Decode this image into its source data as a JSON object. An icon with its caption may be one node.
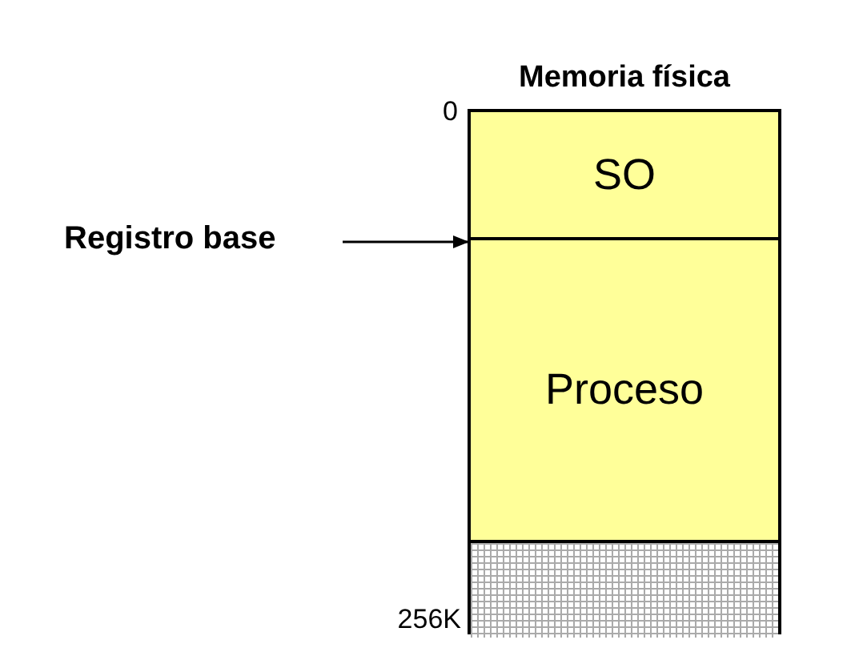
{
  "diagram": {
    "nodes": [
      {
        "text": [
          "Memoria física"
        ]
      },
      {
        "text": [
          "SO"
        ],
        "in": 0
      },
      {
        "text": [
          "Proceso"
        ],
        "in": 0
      },
      {
        "text": [],
        "shape": "box",
        "in": 0
      },
      {
        "text": [
          "Registro base"
        ]
      }
    ],
    "edges": [
      {
        "from": 4,
        "to": 2,
        "arrow": "to"
      }
    ],
    "labels": [
      "0",
      "256K"
    ]
  }
}
